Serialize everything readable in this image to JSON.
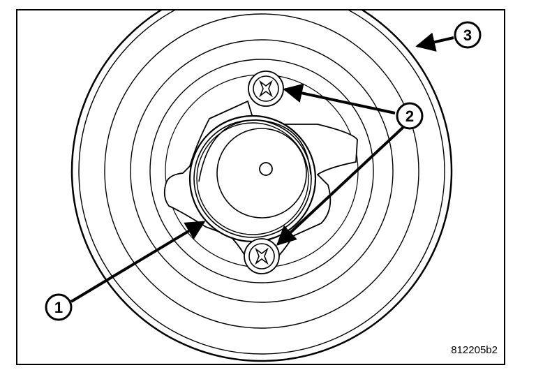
{
  "diagram": {
    "callouts": [
      {
        "id": "1",
        "label": "1"
      },
      {
        "id": "2",
        "label": "2"
      },
      {
        "id": "3",
        "label": "3"
      }
    ],
    "figure_id": "812205b2"
  },
  "colors": {
    "line": "#000000",
    "background": "#ffffff"
  }
}
